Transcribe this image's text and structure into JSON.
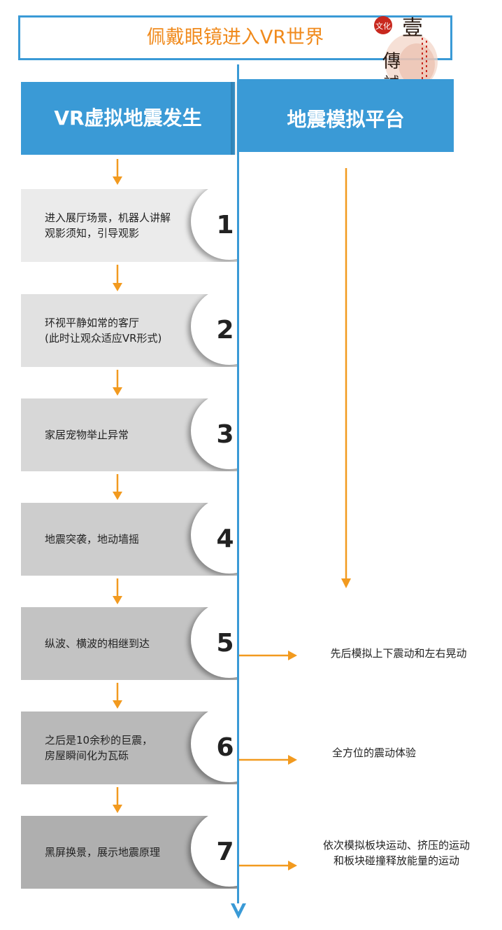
{
  "title": "佩戴眼镜进入VR世界",
  "logo": {
    "seal_text": "文化",
    "chars": [
      "壹",
      "傳",
      "誠"
    ]
  },
  "headers": {
    "left": "VR虚拟地震发生",
    "right": "地震模拟平台"
  },
  "steps": [
    {
      "number": "1",
      "text": "进入展厅场景，机器人讲解\n观影须知，引导观影",
      "fill": "#ebebeb"
    },
    {
      "number": "2",
      "text": "环视平静如常的客厅\n(此时让观众适应VR形式)",
      "fill": "#e1e1e1"
    },
    {
      "number": "3",
      "text": "家居宠物举止异常",
      "fill": "#d7d7d7"
    },
    {
      "number": "4",
      "text": "地震突袭，地动墙摇",
      "fill": "#cdcdcd"
    },
    {
      "number": "5",
      "text": "纵波、横波的相继到达",
      "fill": "#c3c3c3"
    },
    {
      "number": "6",
      "text": "之后是10余秒的巨震，\n房屋瞬间化为瓦砾",
      "fill": "#b9b9b9"
    },
    {
      "number": "7",
      "text": "黑屏换景，展示地震原理",
      "fill": "#afafaf"
    }
  ],
  "right_notes": [
    {
      "step": "5",
      "text": "先后模拟上下震动和左右晃动"
    },
    {
      "step": "6",
      "text": "全方位的震动体验"
    },
    {
      "step": "7",
      "text": "依次模拟板块运动、挤压的运动\n和板块碰撞释放能量的运动"
    }
  ],
  "colors": {
    "accent_blue": "#3a9ad6",
    "arrow_orange": "#f29a1f",
    "title_orange": "#f08a1c",
    "seal_red": "#c8281e"
  }
}
